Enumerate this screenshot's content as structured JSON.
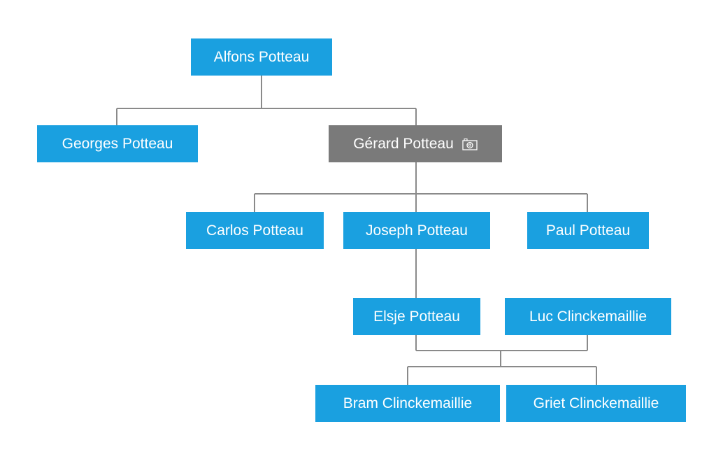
{
  "tree": {
    "alfons": "Alfons Potteau",
    "georges": "Georges Potteau",
    "gerard": "Gérard Potteau",
    "gerard_icon": "camera-icon",
    "carlos": "Carlos Potteau",
    "joseph": "Joseph Potteau",
    "paul": "Paul Potteau",
    "elsje": "Elsje Potteau",
    "luc": "Luc Clinckemaillie",
    "bram": "Bram Clinckemaillie",
    "griet": "Griet Clinckemaillie"
  },
  "colors": {
    "node": "#1aa0e0",
    "selected_node": "#7a7a7a",
    "connector": "#8a8a8a",
    "text": "#ffffff"
  }
}
